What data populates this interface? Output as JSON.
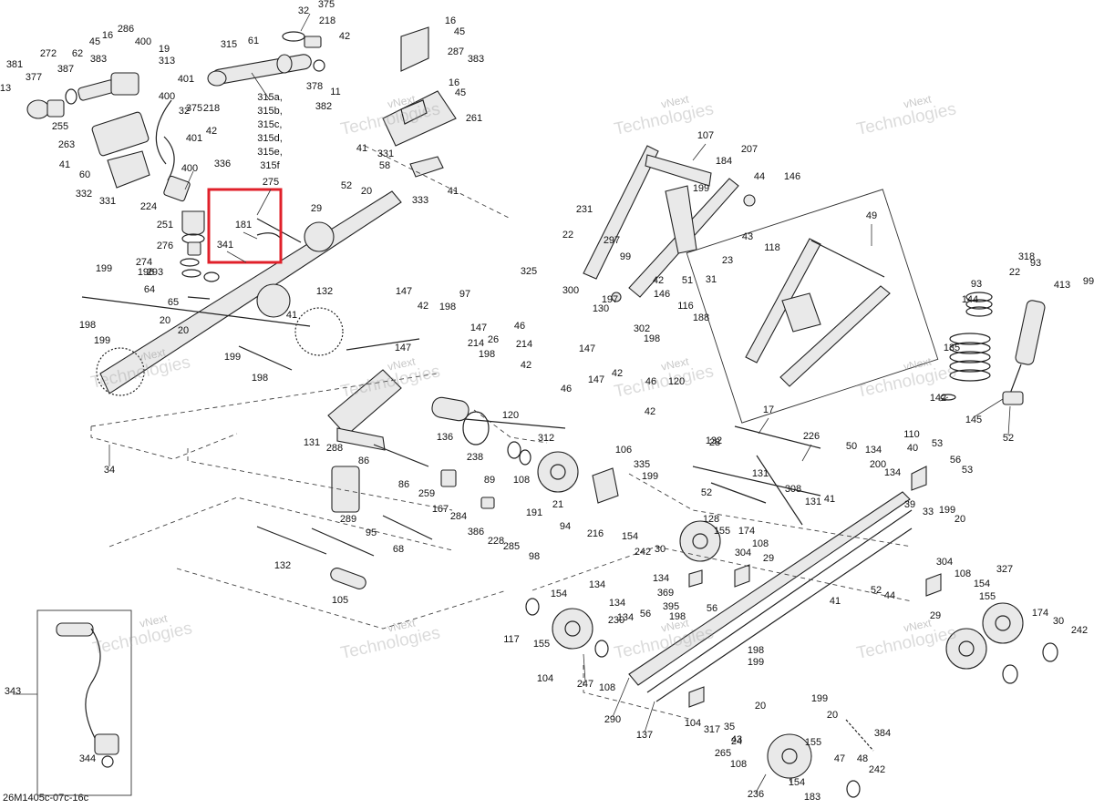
{
  "diagram": {
    "reference_code": "26M1405c-07c-16c",
    "watermark_line1": "vNext",
    "watermark_line2": "Technologies",
    "highlight_color": "#e0202a",
    "callouts": [
      "13",
      "381",
      "377",
      "272",
      "387",
      "62",
      "255",
      "45",
      "16",
      "286",
      "383",
      "400",
      "19",
      "313",
      "315",
      "61",
      "32",
      "375",
      "218",
      "42",
      "378",
      "11",
      "382",
      "315a,",
      "315b,",
      "315c,",
      "315d,",
      "315e,",
      "315f",
      "16",
      "45",
      "287",
      "383",
      "16",
      "45",
      "261",
      "41",
      "331",
      "58",
      "333",
      "41",
      "401",
      "32",
      "375",
      "218",
      "42",
      "400",
      "336",
      "401",
      "400",
      "263",
      "41",
      "60",
      "332",
      "331",
      "224",
      "251",
      "276",
      "274",
      "293",
      "64",
      "65",
      "275",
      "181",
      "341",
      "29",
      "52",
      "20",
      "199",
      "196",
      "198",
      "20",
      "20",
      "199",
      "199",
      "198",
      "132",
      "41",
      "34",
      "107",
      "207",
      "184",
      "44",
      "146",
      "199",
      "231",
      "22",
      "297",
      "99",
      "43",
      "118",
      "23",
      "31",
      "51",
      "42",
      "146",
      "116",
      "197",
      "188",
      "49",
      "318",
      "22",
      "93",
      "413",
      "99",
      "93",
      "144",
      "135",
      "142",
      "145",
      "52",
      "97",
      "325",
      "198",
      "300",
      "147",
      "42",
      "46",
      "130",
      "147",
      "147",
      "214",
      "26",
      "214",
      "198",
      "147",
      "302",
      "198",
      "42",
      "147",
      "42",
      "46",
      "120",
      "120",
      "46",
      "42",
      "17",
      "226",
      "132",
      "131",
      "288",
      "86",
      "86",
      "289",
      "136",
      "238",
      "312",
      "89",
      "108",
      "191",
      "259",
      "167",
      "284",
      "386",
      "228",
      "285",
      "98",
      "21",
      "94",
      "216",
      "68",
      "95",
      "132",
      "105",
      "106",
      "335",
      "199",
      "50",
      "134",
      "110",
      "40",
      "53",
      "200",
      "134",
      "56",
      "53",
      "28",
      "131",
      "308",
      "131",
      "52",
      "128",
      "155",
      "154",
      "242",
      "30",
      "174",
      "108",
      "304",
      "29",
      "41",
      "39",
      "33",
      "199",
      "20",
      "134",
      "134",
      "369",
      "395",
      "56",
      "134",
      "230",
      "56",
      "198",
      "134",
      "154",
      "117",
      "155",
      "247",
      "108",
      "104",
      "290",
      "41",
      "52",
      "44",
      "304",
      "108",
      "154",
      "327",
      "155",
      "29",
      "174",
      "30",
      "242",
      "198",
      "199",
      "199",
      "20",
      "104",
      "317",
      "35",
      "43",
      "265",
      "24",
      "20",
      "108",
      "384",
      "155",
      "236",
      "154",
      "47",
      "48",
      "183",
      "242",
      "137",
      "343",
      "344"
    ]
  }
}
